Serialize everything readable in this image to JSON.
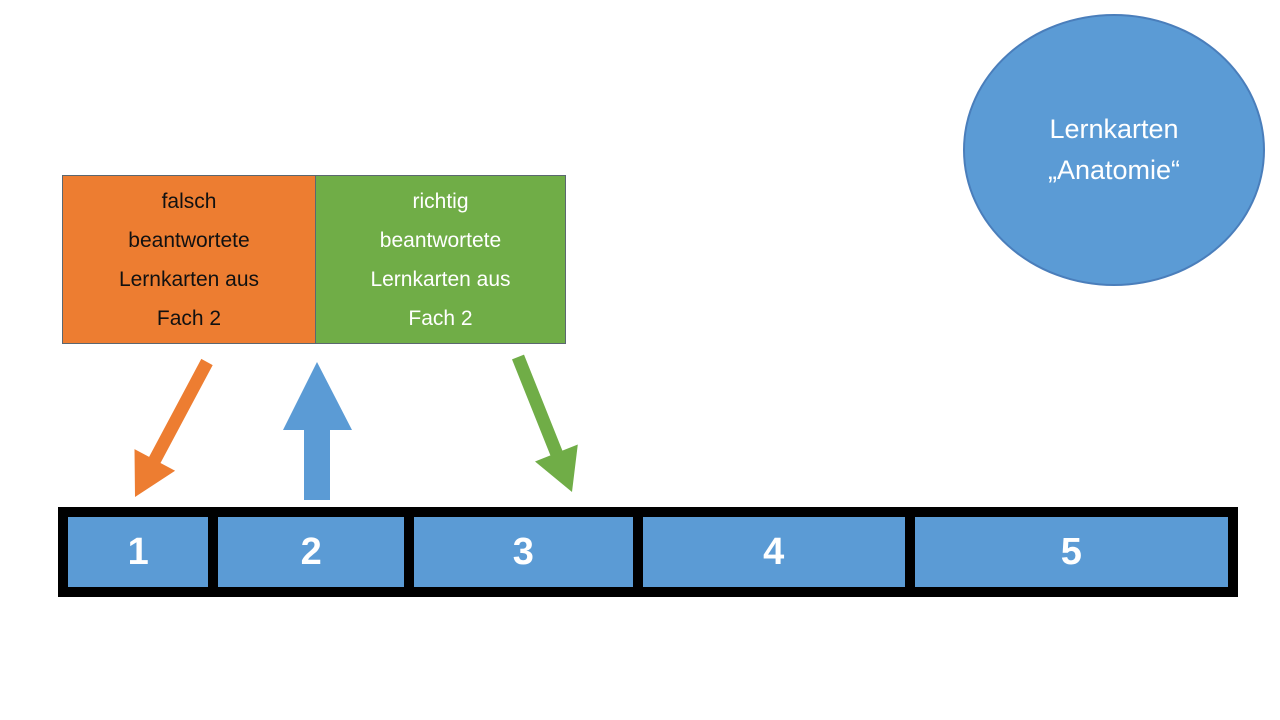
{
  "deck": {
    "title_line1": "Lernkarten",
    "title_line2": "„Anatomie“"
  },
  "legend_boxes": [
    {
      "id": "wrong-answers",
      "lines": [
        "falsch",
        "beantwortete",
        "Lernkarten aus",
        "Fach 2"
      ],
      "color": "#ED7D31",
      "text_color": "#111111"
    },
    {
      "id": "right-answers",
      "lines": [
        "richtig",
        "beantwortete",
        "Lernkarten aus",
        "Fach 2"
      ],
      "color": "#70AD47",
      "text_color": "#FFFFFF"
    }
  ],
  "arrows": [
    {
      "name": "wrong-cards-down-left-arrow",
      "direction": "down-left",
      "color": "#ED7D31"
    },
    {
      "name": "cards-up-arrow",
      "direction": "up",
      "color": "#5B9BD5"
    },
    {
      "name": "right-cards-down-right-arrow",
      "direction": "down-right",
      "color": "#70AD47"
    }
  ],
  "bins": {
    "labels": [
      "1",
      "2",
      "3",
      "4",
      "5"
    ]
  },
  "colors": {
    "blue": "#5B9BD5",
    "blue_outline": "#4A7EBB",
    "orange": "#ED7D31",
    "green": "#70AD47",
    "black": "#000000"
  }
}
